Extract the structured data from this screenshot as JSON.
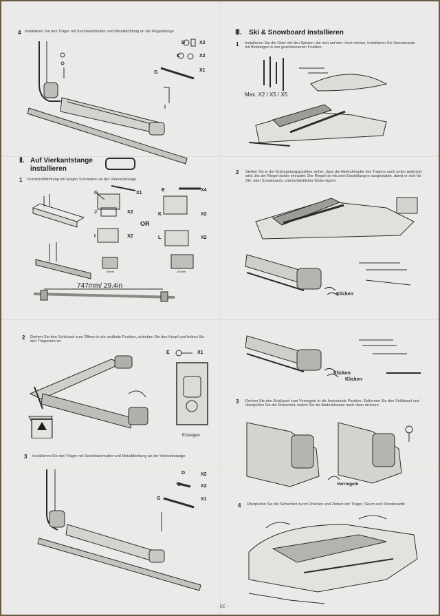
{
  "left_page": {
    "step4": {
      "num": "4",
      "text": "Installieren Sie den Träger mit Sechskantmutter und Metalldichtung an die Flügelstange",
      "parts": [
        "X2",
        "X2",
        "X1"
      ],
      "part_letters": [
        "D",
        "C",
        "G"
      ]
    },
    "section2": {
      "roman": "Ⅱ.",
      "title_line1": "Auf Vierkantstange",
      "title_line2": "installieren"
    },
    "step1": {
      "num": "1",
      "text": "Kunststoffdichtung mit langen Schrauben an der Vierkantstange",
      "parts": [
        "X1",
        "X4",
        "X2",
        "X2",
        "X2",
        "X2"
      ],
      "part_letters": [
        "G",
        "E",
        "J",
        "K",
        "I",
        "L"
      ],
      "or": "OR",
      "dim_a": "50mm",
      "dim_b": "100mm",
      "measure": "747mm/ 29.4in"
    },
    "step2": {
      "num": "2",
      "text": "Drehen Sie den Schlüssel zum Öffnen in die vertikale Position, schieben Sie den Knopf und heben Sie den Trägerarm an",
      "parts": [
        "X1"
      ],
      "part_letters": [
        "E"
      ],
      "label": "Erzeugen"
    },
    "step3": {
      "num": "3",
      "text": "Installieren Sie den Träger mit Sechskantmutter und Metalldichtung an der Vierkantstange",
      "parts": [
        "X2",
        "X2",
        "X1"
      ],
      "part_letters": [
        "D",
        "C",
        "G"
      ]
    }
  },
  "right_page": {
    "section3": {
      "roman": "Ⅲ.",
      "title": "Ski & Snowboard installieren"
    },
    "step1": {
      "num": "1",
      "text": "Installieren Sie die Skier mit den Spitzen, die sich auf den Heck richten. Installieren Sie Snowboards mit Bindungen in der geschlossenen Position.",
      "max": "Max. X2 / X5 / X5"
    },
    "step2": {
      "num": "2",
      "text": "Stellen Sie in der Entriegelungsposition sicher, dass die Abdeckhaube des Trägers nach unten gedrückt wird, bis der Riegel sicher einrastet. Der Riegel ist mit zwei Einstellungen ausgestattet, damit er sich für Ski- oder Snowboards unterschiedlicher Dicke eignet",
      "click": "Klicken"
    },
    "step2b": {
      "click1": "Klicken",
      "click2": "Klicken"
    },
    "step3": {
      "num": "3",
      "text": "Drehen Sie den Schlüssel zum Verriegeln in die horizontale Position. Entfernen Sie den Schlüssel und überprüfen Sie die Sicherheit, indem Sie die Abdeckhaube nach oben drücken",
      "label": "Verriegeln"
    },
    "step4": {
      "num": "4",
      "text": "Überprüfen Sie die Sicherheit durch Drücken und Ziehen der Träger, Skiern und Snowboards"
    },
    "footer": "- DE -"
  },
  "colors": {
    "paper": "#ebeae8",
    "ink": "#1e1e1e",
    "background": "#6b5a44"
  }
}
